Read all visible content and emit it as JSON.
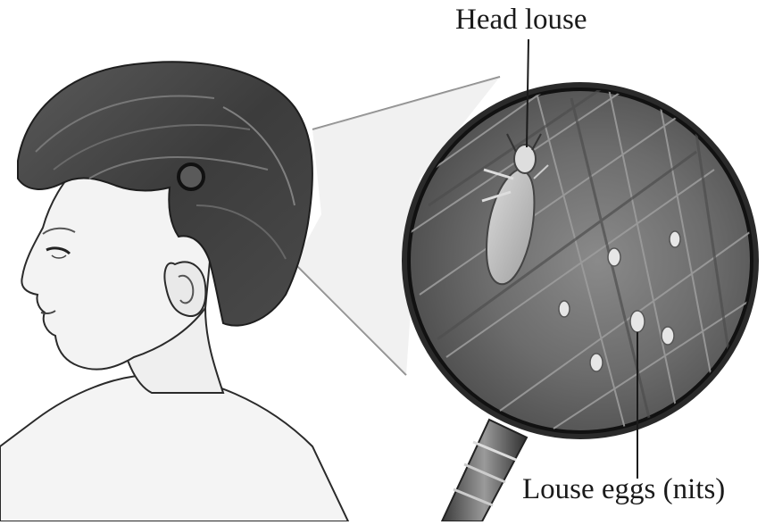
{
  "labels": {
    "head_louse": "Head louse",
    "nits": "Louse eggs (nits)"
  },
  "illustration": {
    "subject": "child-profile-head",
    "magnified": "magnifying-glass-view",
    "palette": {
      "hair_dark": "#3a3a3a",
      "hair_mid": "#6a6a6a",
      "skin": "#f2f2f2",
      "outline": "#2a2a2a",
      "lens_edge": "#1e1e1e"
    }
  }
}
